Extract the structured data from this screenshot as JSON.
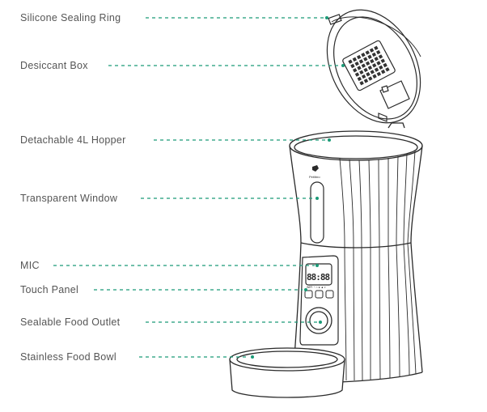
{
  "labels": {
    "silicone_ring": "Silicone Sealing Ring",
    "desiccant_box": "Desiccant Box",
    "hopper": "Detachable 4L Hopper",
    "window": "Transparent Window",
    "mic": "MIC",
    "touch_panel": "Touch Panel",
    "food_outlet": "Sealable Food Outlet",
    "food_bowl": "Stainless Food Bowl"
  },
  "display": {
    "digits": "88:88",
    "brand": "Petlibro",
    "icons_row": "WIFI ◔ ⌂ ● ▲ ◐"
  },
  "colors": {
    "leader": "#1a9a77",
    "outline": "#2a2a2a",
    "text": "#555555"
  }
}
